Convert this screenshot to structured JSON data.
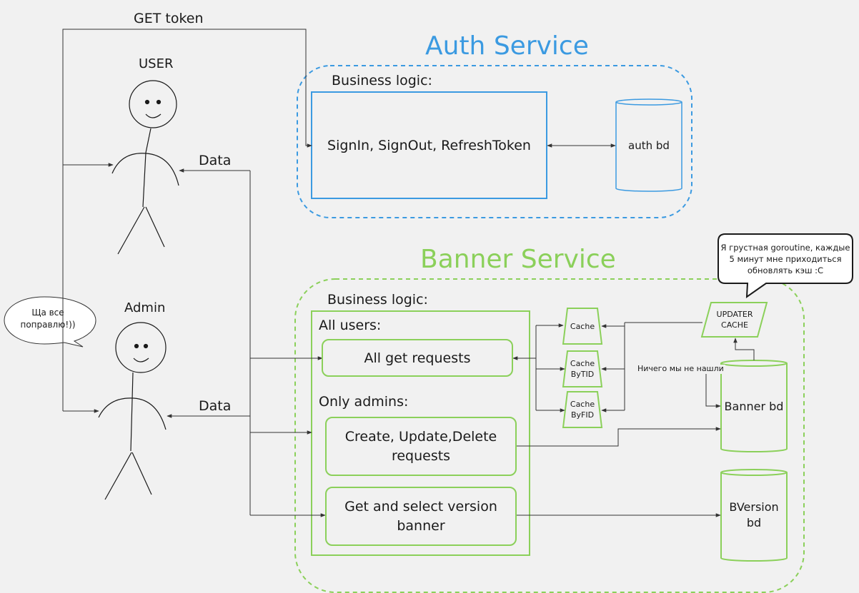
{
  "actors": {
    "user": {
      "label": "USER"
    },
    "admin": {
      "label": "Admin"
    }
  },
  "edges": {
    "get_token": "GET token",
    "data_user": "Data",
    "data_admin": "Data",
    "not_found": "Ничего мы не нашли"
  },
  "callouts": {
    "admin_bubble": "Ща все поправлю!))",
    "goroutine_bubble": "Я грустная goroutine, каждые 5 минут мне приходиться обновлять кэш :С"
  },
  "auth_service": {
    "title": "Auth Service",
    "business_logic_label": "Business logic:",
    "logic_box": "SignIn, SignOut, RefreshToken",
    "db": "auth bd"
  },
  "banner_service": {
    "title": "Banner Service",
    "business_logic_label": "Business logic:",
    "all_users_label": "All users:",
    "all_get_requests": "All get requests",
    "only_admins_label": "Only admins:",
    "cud_requests": "Create, Update,Delete requests",
    "version_requests": "Get and select version banner",
    "caches": [
      "Cache",
      "Cache ByTID",
      "Cache ByFID"
    ],
    "updater": "UPDATER CACHE",
    "banner_db": "Banner bd",
    "version_db": "BVersion bd"
  },
  "colors": {
    "auth_blue": "#3b9ae1",
    "banner_green": "#8bd05a",
    "line": "#333333"
  }
}
